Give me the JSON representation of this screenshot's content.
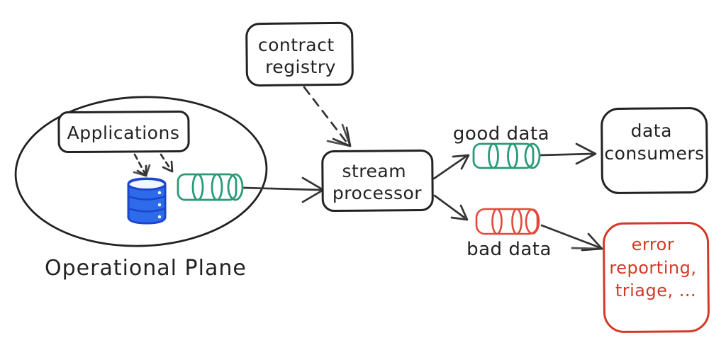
{
  "diagram": {
    "nodes": {
      "contract_registry": {
        "lines": [
          "contract",
          "registry"
        ]
      },
      "applications": {
        "label": "Applications"
      },
      "operational_plane": {
        "label": "Operational Plane"
      },
      "stream_processor": {
        "lines": [
          "stream",
          "processor"
        ]
      },
      "data_consumers": {
        "lines": [
          "data",
          "consumers"
        ]
      },
      "error_reporting": {
        "lines": [
          "error",
          "reporting,",
          "triage, ..."
        ]
      },
      "good_data": {
        "label": "good data"
      },
      "bad_data": {
        "label": "bad data"
      }
    },
    "icons": {
      "database": "database-cylinder-icon",
      "operational_topic": "stream-topic-pipe-icon",
      "good_data_topic": "stream-topic-pipe-icon",
      "bad_data_topic": "stream-topic-pipe-icon"
    },
    "edges": [
      {
        "from": "contract registry",
        "to": "stream processor",
        "style": "dashed"
      },
      {
        "from": "Applications",
        "to": "database",
        "style": "dashed"
      },
      {
        "from": "Applications",
        "to": "operational topic",
        "style": "dashed"
      },
      {
        "from": "operational topic",
        "to": "stream processor",
        "style": "solid"
      },
      {
        "from": "stream processor",
        "to": "good data topic",
        "style": "solid"
      },
      {
        "from": "good data topic",
        "to": "data consumers",
        "style": "solid"
      },
      {
        "from": "stream processor",
        "to": "bad data topic",
        "style": "solid"
      },
      {
        "from": "bad data topic",
        "to": "error reporting",
        "style": "solid"
      }
    ],
    "colors": {
      "background": "#ffffff",
      "ink": "#222222",
      "arrow": "#333333",
      "green_stroke": "#2a9a78",
      "green_hatch": "#9fd9b6",
      "green_fill": "#eefaf2",
      "red_stroke": "#e2493c",
      "red_hatch": "#e8584a",
      "red_fill": "#fdeeec",
      "error_red": "#d23a28",
      "db_fill": "#2e6bea",
      "db_stroke": "#1b46cf"
    }
  }
}
